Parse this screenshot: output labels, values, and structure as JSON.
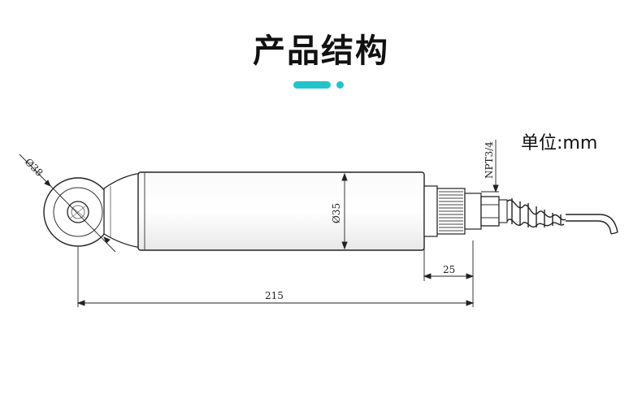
{
  "header": {
    "title": "产品结构",
    "accent_color": "#22c4cc"
  },
  "unit_label": "单位:mm",
  "dimensions": {
    "ring_diameter": "Ø38",
    "body_diameter": "Ø35",
    "thread": "NPT3/4",
    "thread_length": "25",
    "total_length": "215"
  }
}
